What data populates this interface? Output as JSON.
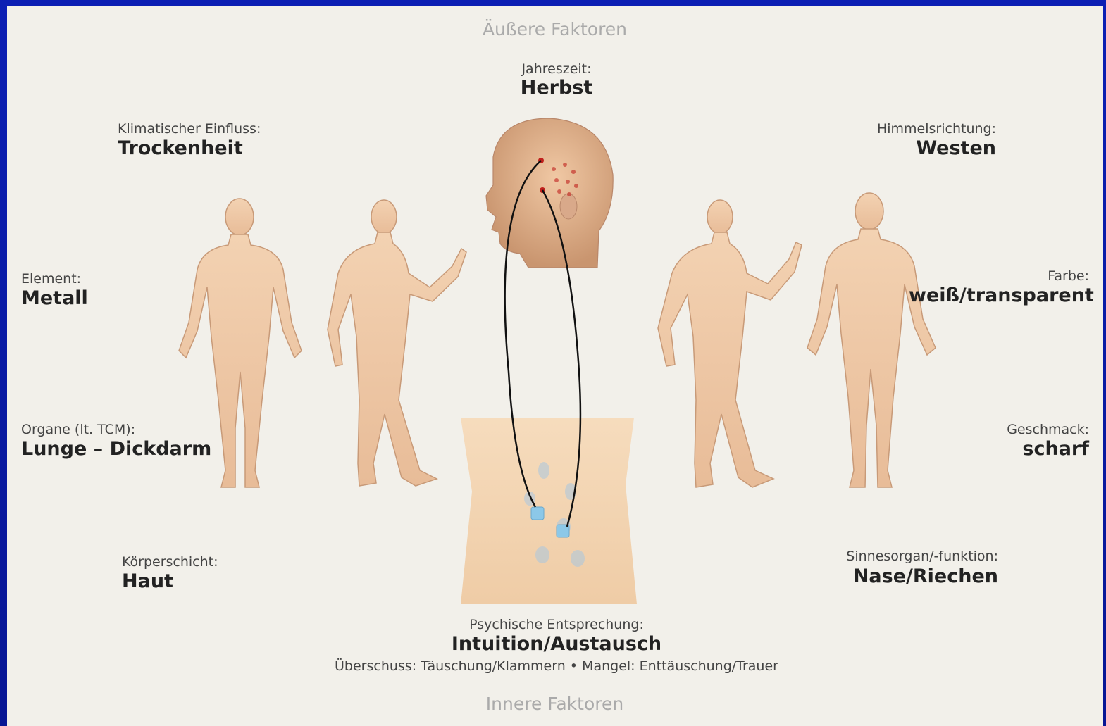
{
  "header_outer": "Äußere Faktoren",
  "header_inner": "Innere Faktoren",
  "season": {
    "label": "Jahreszeit:",
    "value": "Herbst"
  },
  "climate": {
    "label": "Klimatischer Einfluss:",
    "value": "Trockenheit"
  },
  "direction": {
    "label": "Himmelsrichtung:",
    "value": "Westen"
  },
  "element": {
    "label": "Element:",
    "value": "Metall"
  },
  "color": {
    "label": "Farbe:",
    "value": "weiß/transparent"
  },
  "organs": {
    "label": "Organe (lt. TCM):",
    "value": "Lunge – Dickdarm"
  },
  "taste": {
    "label": "Geschmack:",
    "value": "scharf"
  },
  "body_layer": {
    "label": "Körperschicht:",
    "value": "Haut"
  },
  "sense": {
    "label": "Sinnesorgan/-funktion:",
    "value": "Nase/Riechen"
  },
  "psyche": {
    "label": "Psychische Entsprechung:",
    "value": "Intuition/Austausch",
    "detail": "Überschuss: Täuschung/Klammern • Mangel: Enttäuschung/Trauer"
  },
  "colors": {
    "background": "#f2f0ea",
    "frame": "#0a1aa8",
    "skin": "#f0c9a4",
    "outline": "#c89a78",
    "point": "#c0201c",
    "abdomen_point": "#8cc8e8"
  }
}
